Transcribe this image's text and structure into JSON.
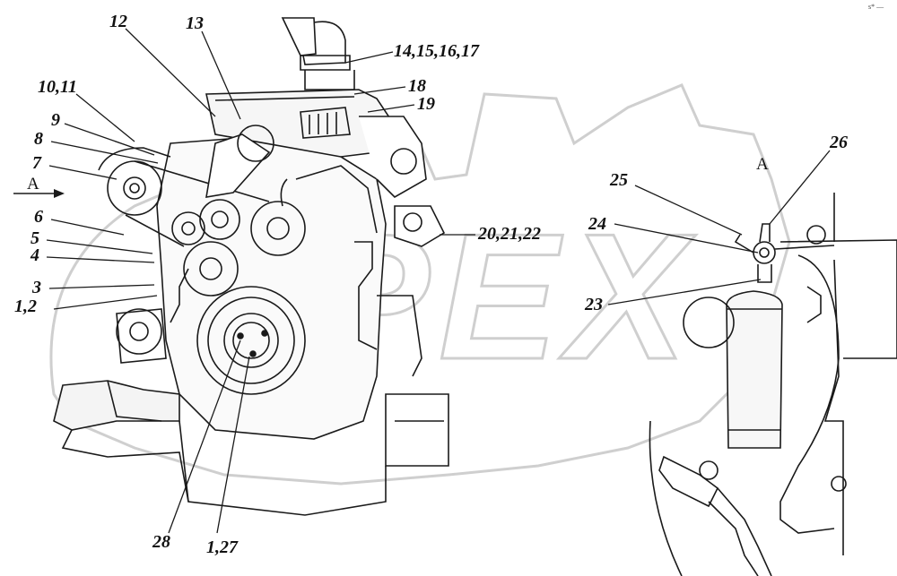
{
  "watermark": "OPEX",
  "corner_mark": "s* —",
  "view_marker_left": "A",
  "view_title": "A",
  "callouts": {
    "c12": "12",
    "c13": "13",
    "c14": "14,15,16,17",
    "c18": "18",
    "c19": "19",
    "c10": "10,11",
    "c9": "9",
    "c8": "8",
    "c7": "7",
    "c6": "6",
    "c5": "5",
    "c4": "4",
    "c3": "3",
    "c1": "1,2",
    "c20": "20,21,22",
    "c28": "28",
    "c127": "1,27",
    "c25": "25",
    "c26": "26",
    "c24": "24",
    "c23": "23"
  }
}
